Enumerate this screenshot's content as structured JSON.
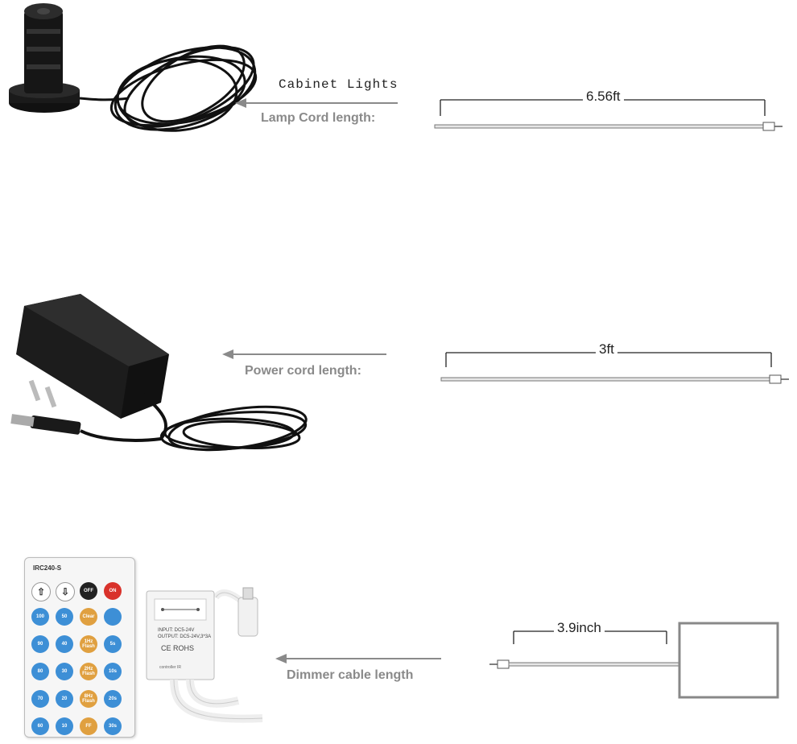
{
  "section1": {
    "caption": "Cabinet Lights",
    "cord_label": "Lamp Cord length:",
    "dimension": "6.56ft",
    "product": "cabinet-light-icon"
  },
  "section2": {
    "cord_label": "Power cord length:",
    "dimension": "3ft",
    "product": "power-adapter-icon"
  },
  "section3": {
    "cord_label": "Dimmer cable length",
    "dimension": "3.9inch",
    "product": "dimmer-controller-icon",
    "remote": {
      "model": "IRC240-S",
      "top_buttons": [
        "",
        "",
        "OFF",
        "ON"
      ],
      "rows": [
        [
          "100",
          "50",
          "Clear",
          ""
        ],
        [
          "90",
          "40",
          "1Hz Flash",
          "5s"
        ],
        [
          "80",
          "30",
          "2Hz Flash",
          "10s"
        ],
        [
          "70",
          "20",
          "8Hz Flash",
          "20s"
        ],
        [
          "60",
          "10",
          "FF",
          "30s"
        ]
      ]
    },
    "controller": {
      "input": "INPUT: DC5-24V",
      "output": "OUTPUT: DC5-24V,3*3A",
      "marks": "CE ROHS",
      "footer": "controller IR"
    }
  },
  "colors": {
    "arrow": "#8a8a8a",
    "label": "#8a8a8a",
    "product_black": "#1a1a1a",
    "remote_blue": "#3d8fd6",
    "remote_orange": "#e0a040",
    "on_red": "#d9322b"
  }
}
